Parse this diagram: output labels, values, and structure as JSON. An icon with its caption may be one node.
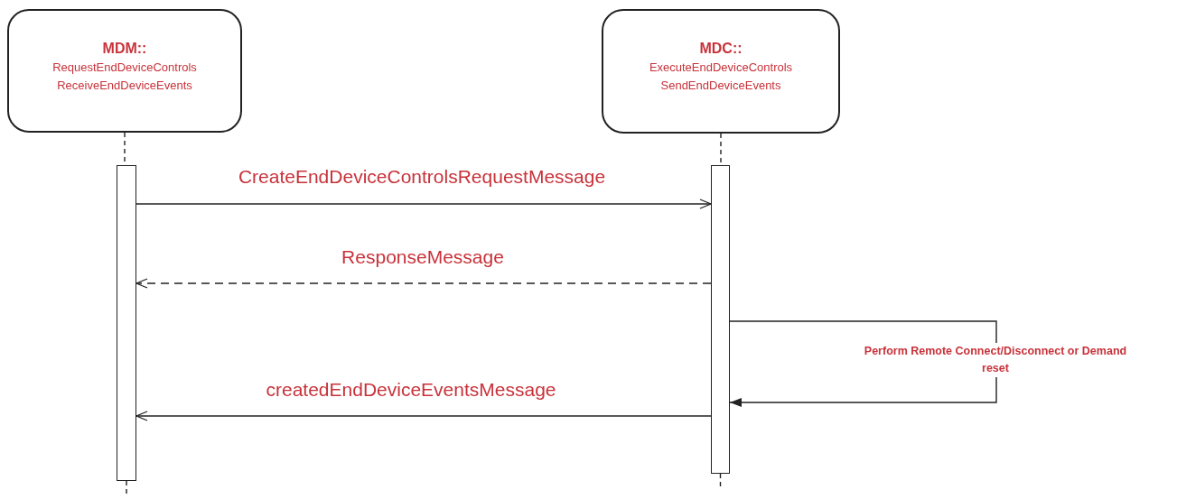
{
  "diagram": {
    "nodes": [
      {
        "text": [
          "MDM::",
          "RequestEndDeviceControls",
          "ReceiveEndDeviceEvents"
        ]
      },
      {
        "text": [
          "MDC::",
          "ExecuteEndDeviceControls",
          "SendEndDeviceEvents"
        ]
      },
      {
        "text": [],
        "shape": "bar"
      },
      {
        "text": [],
        "shape": "bar"
      }
    ],
    "edges": [
      {
        "from": 0,
        "to": 2,
        "arrow": "none",
        "style": "dashed"
      },
      {
        "from": 1,
        "to": 3,
        "arrow": "none",
        "style": "dashed"
      },
      {
        "from": 2,
        "to": null,
        "arrow": "none",
        "style": "dashed"
      },
      {
        "from": 3,
        "to": null,
        "arrow": "none",
        "style": "dashed"
      },
      {
        "from": 2,
        "to": 3,
        "arrow": "to",
        "label": "CreateEndDeviceControlsRequestMessage"
      },
      {
        "from": 3,
        "to": 2,
        "arrow": "to",
        "style": "dashed",
        "label": "ResponseMessage"
      },
      {
        "from": 3,
        "to": 3,
        "arrow": "to",
        "label": "Perform Remote Connect/Disconnect or Demand reset"
      },
      {
        "from": 3,
        "to": 2,
        "arrow": "to",
        "label": "createdEndDeviceEventsMessage"
      }
    ]
  }
}
